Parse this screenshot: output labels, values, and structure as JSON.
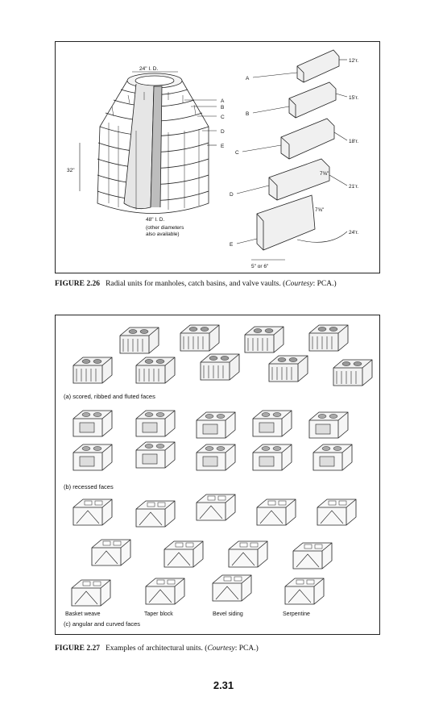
{
  "figure1": {
    "number": "FIGURE 2.26",
    "caption_main": "Radial units for manholes, catch basins, and valve vaults. (",
    "courtesy": "Courtesy",
    "courtesy_source": ": PCA.)",
    "manhole_labels": {
      "top_id": "24\" I. D.",
      "height": "32\"",
      "bottom_id": "48\" I. D.",
      "note_line1": "(other diameters",
      "note_line2": "also available)",
      "ring_letters": [
        "A",
        "B",
        "C",
        "D",
        "E"
      ]
    },
    "unit_labels": {
      "letters": [
        "A",
        "B",
        "C",
        "D",
        "E"
      ],
      "radii": [
        "12ʹr.",
        "15ʹr.",
        "18ʹr.",
        "21ʹr.",
        "24ʹr."
      ],
      "height_d": "7⅝\"",
      "height_e": "7⅝\"",
      "depth": "5\" or 6\""
    }
  },
  "figure2": {
    "number": "FIGURE 2.27",
    "caption_main": "Examples of architectural units. (",
    "courtesy": "Courtesy",
    "courtesy_source": ": PCA.)",
    "sections": {
      "a": "(a) scored, ribbed and fluted faces",
      "b": "(b) recessed faces",
      "c": "(c) angular and curved faces"
    },
    "unit_names": [
      "Basket weave",
      "Taper block",
      "Bevel siding",
      "Serpentine"
    ]
  },
  "page_number": "2.31"
}
